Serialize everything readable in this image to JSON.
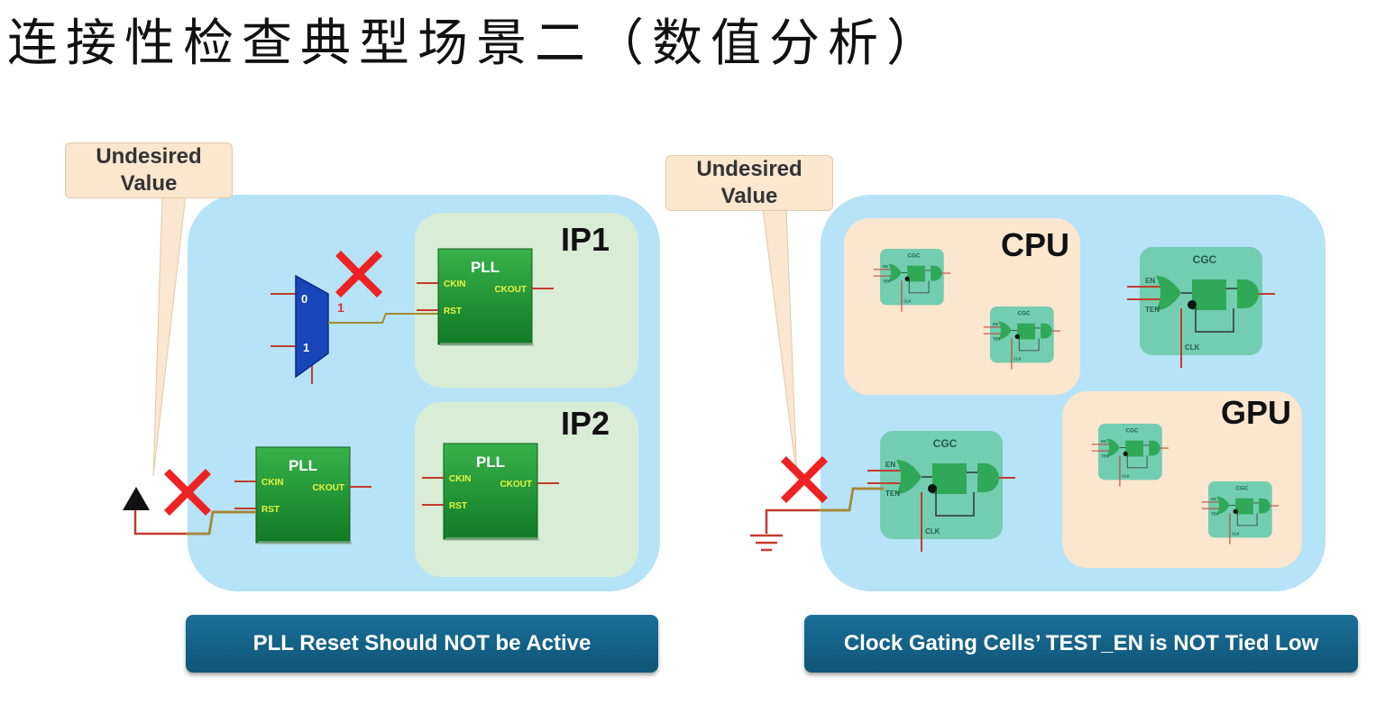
{
  "title": "连接性检查典型场景二（数值分析）",
  "left": {
    "callout": [
      "Undesired",
      "Value"
    ],
    "ip1_label": "IP1",
    "ip2_label": "IP2",
    "mux": {
      "in0": "0",
      "in1": "1",
      "out": "1"
    },
    "pll": {
      "name": "PLL",
      "ckin": "CKIN",
      "ckout": "CKOUT",
      "rst": "RST"
    },
    "caption": "PLL Reset Should NOT be Active"
  },
  "right": {
    "callout": [
      "Undesired",
      "Value"
    ],
    "cpu_label": "CPU",
    "gpu_label": "GPU",
    "cgc": {
      "name": "CGC",
      "en": "EN",
      "ten": "TEN",
      "clk": "CLK"
    },
    "caption": "Clock Gating Cells’ TEST_EN is NOT Tied Low"
  },
  "colors": {
    "outer_box": "#b6e3f7",
    "ip_box": "#d8ecd6",
    "cpu_box": "#fbe6cf",
    "pll_green": "#1f9a32",
    "cgc_teal": "#73cdb1",
    "red_x": "#ee2222",
    "wire": "#c43a2f",
    "mux_blue": "#1845b8",
    "caption_bg": "#136489"
  }
}
